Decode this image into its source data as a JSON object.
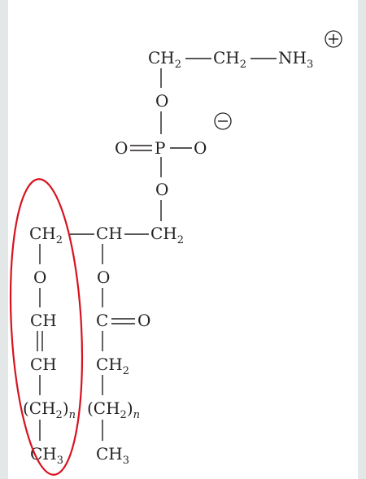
{
  "colors": {
    "highlight": "#d6131f",
    "ink": "#231f20",
    "background": "#e4e7e8"
  },
  "structure": {
    "head": {
      "ch2_a": "CH",
      "ch2_b": "CH",
      "nh": "NH",
      "sub2": "2",
      "sub3": "3",
      "charge_plus": "+"
    },
    "phosphate": {
      "o_top": "O",
      "o_double": "O",
      "p": "P",
      "o_minus": "O",
      "charge_minus": "−",
      "o_bottom": "O"
    },
    "glycerol": {
      "ch2_left": "CH",
      "ch": "CH",
      "ch2_right": "CH",
      "sub2": "2"
    },
    "left_chain": {
      "o": "O",
      "ch1": "CH",
      "ch2": "CH",
      "ch2n": "(CH",
      "sub": "2",
      "n": "n",
      "ch3": "CH",
      "sub3": "3"
    },
    "right_chain": {
      "o": "O",
      "c": "C",
      "o_carbonyl": "O",
      "ch2": "CH",
      "ch2n": "(CH",
      "sub": "2",
      "n": "n",
      "ch3": "CH",
      "sub3": "3"
    }
  }
}
